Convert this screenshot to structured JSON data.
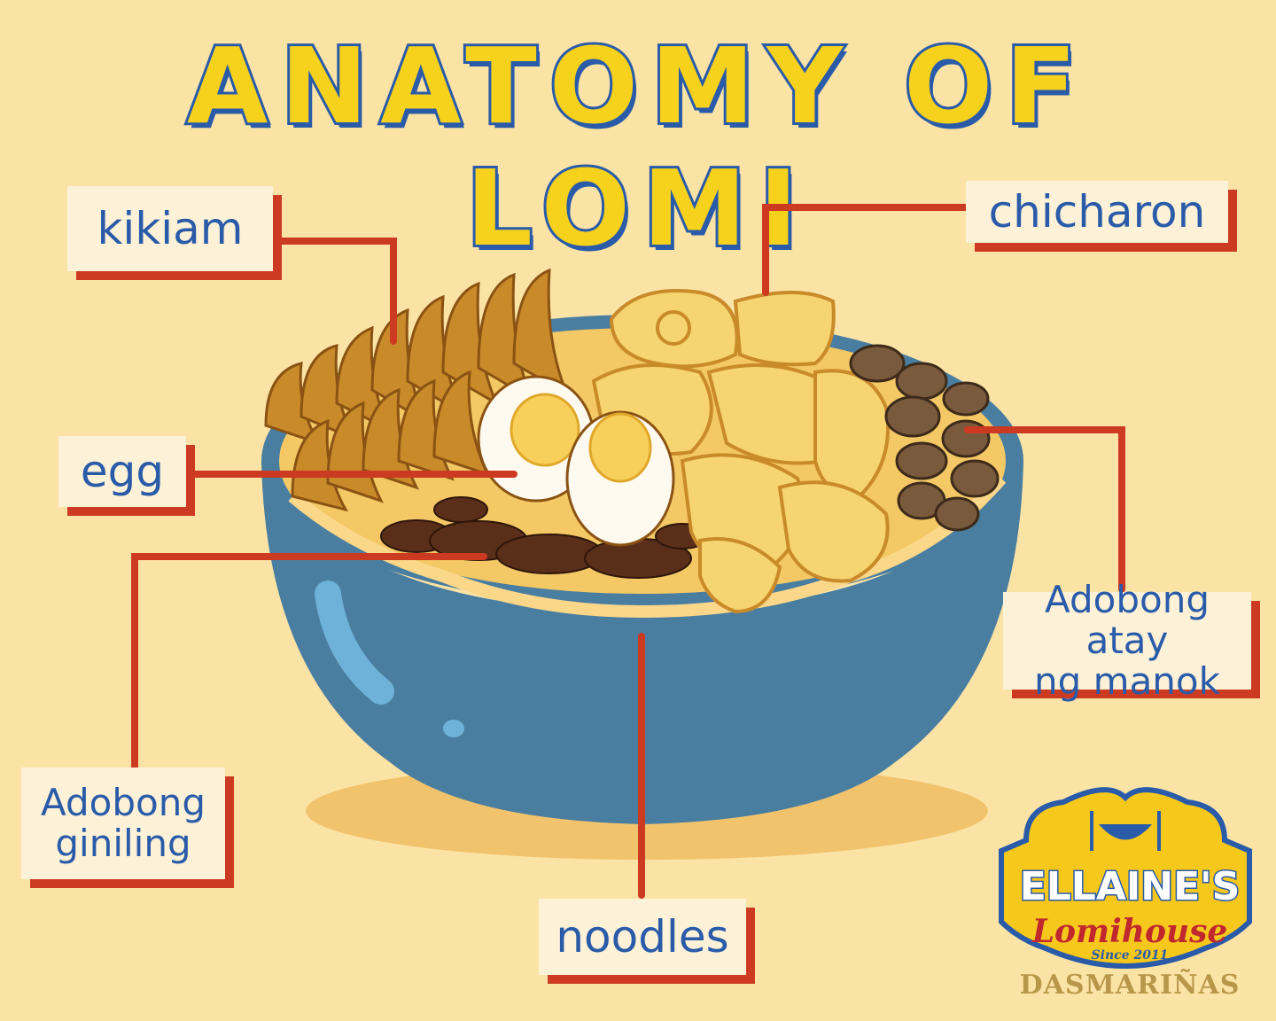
{
  "title": "ANATOMY OF LOMI",
  "labels": {
    "kikiam": "kikiam",
    "chicharon": "chicharon",
    "egg": "egg",
    "atay_line1": "Adobong atay",
    "atay_line2": "ng manok",
    "giniling_line1": "Adobong",
    "giniling_line2": "giniling",
    "noodles": "noodles"
  },
  "logo": {
    "name": "ELLAINE'S",
    "script": "Lomihouse",
    "since": "Since 2011",
    "location": "DASMARIÑAS"
  },
  "colors": {
    "background": "#fbe3a6",
    "title_fill": "#f7d21c",
    "title_outline": "#2a5ba8",
    "label_bg": "#fdf1d8",
    "label_text": "#2a5ba8",
    "leader_line": "#cc3a22",
    "bowl": "#4a7ea0"
  }
}
